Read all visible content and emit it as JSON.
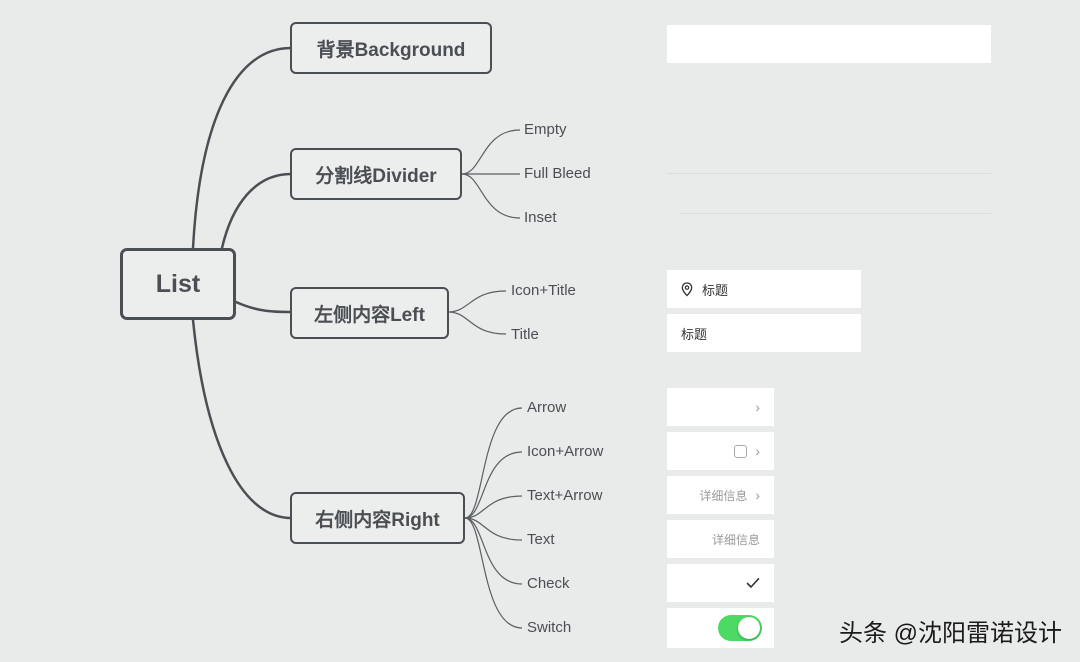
{
  "root": "List",
  "branches": {
    "background": "背景Background",
    "divider": "分割线Divider",
    "left": "左侧内容Left",
    "right": "右侧内容Right"
  },
  "divider_leaves": [
    "Empty",
    "Full Bleed",
    "Inset"
  ],
  "left_leaves": [
    "Icon+Title",
    "Title"
  ],
  "right_leaves": [
    "Arrow",
    "Icon+Arrow",
    "Text+Arrow",
    "Text",
    "Check",
    "Switch"
  ],
  "samples": {
    "left_title_icon": "标题",
    "left_title": "标题",
    "detail_text_arrow": "详细信息",
    "detail_text": "详细信息",
    "switch_on_color": "#4cd964"
  },
  "watermark": "头条 @沈阳雷诺设计"
}
